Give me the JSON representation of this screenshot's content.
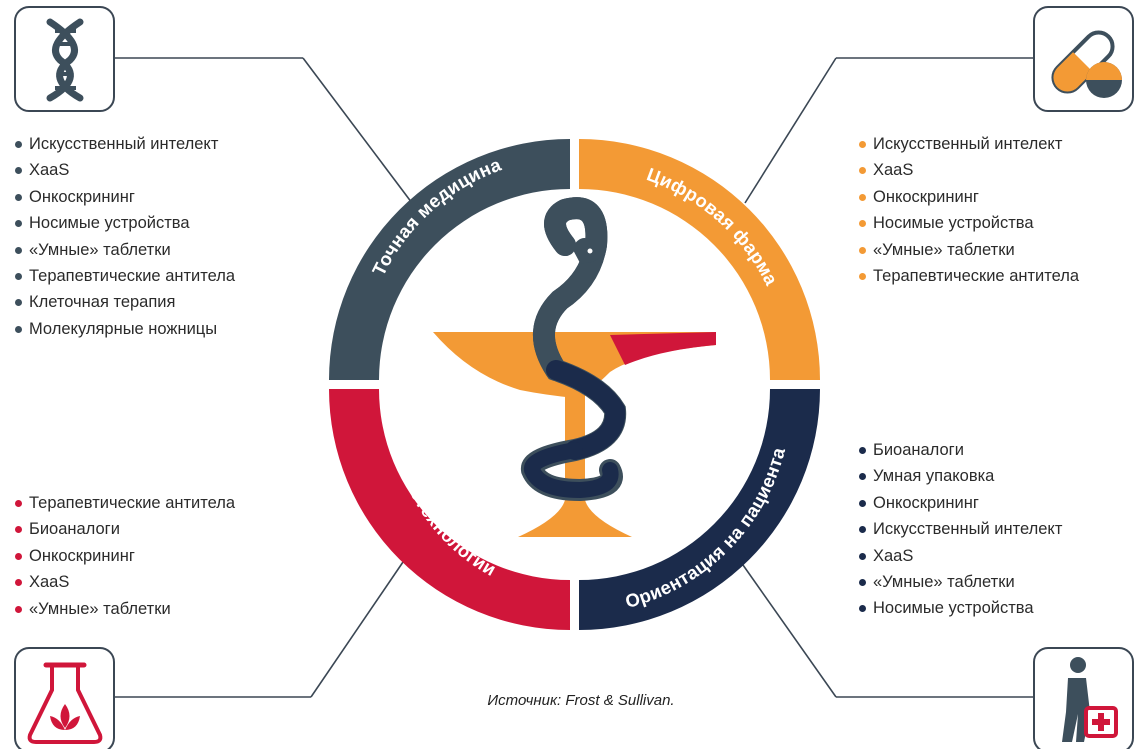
{
  "segments": {
    "top_left": {
      "label": "Точная медицина",
      "color": "#3d4f5c"
    },
    "top_right": {
      "label": "Цифровая фарма",
      "color": "#f39a35"
    },
    "bottom_left": {
      "label": "Биотехнологии",
      "color": "#d0163a"
    },
    "bottom_right": {
      "label": "Ориентация на пациента",
      "color": "#1b2b4b"
    }
  },
  "lists": {
    "top_left": [
      "Искусственный интелект",
      "XaaS",
      "Онкоскрининг",
      "Носимые устройства",
      "«Умные» таблетки",
      "Терапевтические антитела",
      "Клеточная терапия",
      "Молекулярные ножницы"
    ],
    "top_right": [
      "Искусственный интелект",
      "XaaS",
      "Онкоскрининг",
      "Носимые устройства",
      "«Умные» таблетки",
      "Терапевтические антитела"
    ],
    "bottom_left": [
      "Терапевтические антитела",
      "Биоаналоги",
      "Онкоскрининг",
      "XaaS",
      "«Умные» таблетки"
    ],
    "bottom_right": [
      "Биоаналоги",
      "Умная упаковка",
      "Онкоскрининг",
      "Искусственный интелект",
      "XaaS",
      "«Умные» таблетки",
      "Носимые устройства"
    ]
  },
  "icons": {
    "top_left": "dna-icon",
    "top_right": "pill-capsule-icon",
    "bottom_left": "flask-flower-icon",
    "bottom_right": "patient-medkit-icon",
    "center": "bowl-of-hygieia-icon"
  },
  "source": "Источник: Frost & Sullivan."
}
